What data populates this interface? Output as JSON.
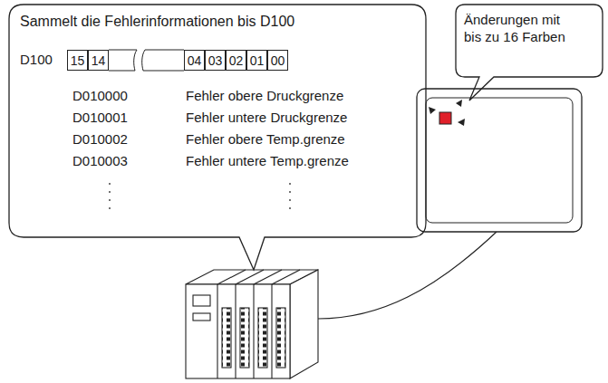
{
  "diagram": {
    "nodes": [
      {
        "text": [
          "Sammelt die Fehlerinformationen bis D100"
        ]
      },
      {
        "text": [
          "15"
        ],
        "in": 0
      },
      {
        "text": [
          "14"
        ],
        "in": 0
      },
      {
        "text": [
          "04"
        ],
        "in": 0
      },
      {
        "text": [
          "03"
        ],
        "in": 0
      },
      {
        "text": [
          "02"
        ],
        "in": 0
      },
      {
        "text": [
          "01"
        ],
        "in": 0
      },
      {
        "text": [
          "00"
        ],
        "in": 0
      },
      {
        "text": [
          "Änderungen mit bis zu 16 Farben"
        ]
      }
    ],
    "labels": [
      "D100",
      "D010000",
      "Fehler obere Druckgrenze",
      "D010001",
      "Fehler untere Druckgrenze",
      "D010002",
      "Fehler obere Temp.grenze",
      "D010003",
      "Fehler untere Temp.grenze"
    ]
  }
}
